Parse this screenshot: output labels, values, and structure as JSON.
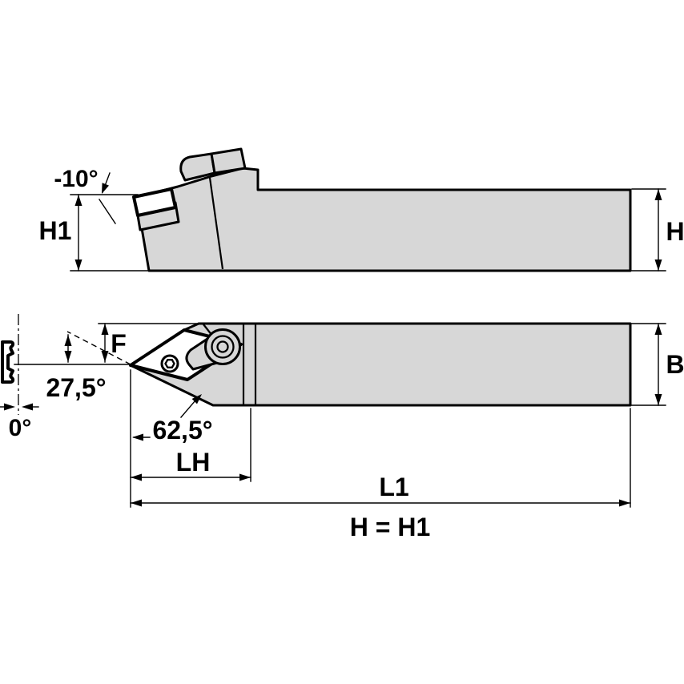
{
  "drawing": {
    "labels": {
      "rake_angle": "-10°",
      "height_head": "H1",
      "height_shank": "H",
      "lead_angle": "27,5°",
      "tip_offset": "F",
      "inclination_angle": "0°",
      "insert_angle": "62,5°",
      "head_length": "LH",
      "overall_length": "L1",
      "shank_width": "B",
      "height_note": "H = H1"
    },
    "colors": {
      "body_fill": "#d7d7d7",
      "outline": "#000000",
      "background": "#ffffff"
    }
  }
}
